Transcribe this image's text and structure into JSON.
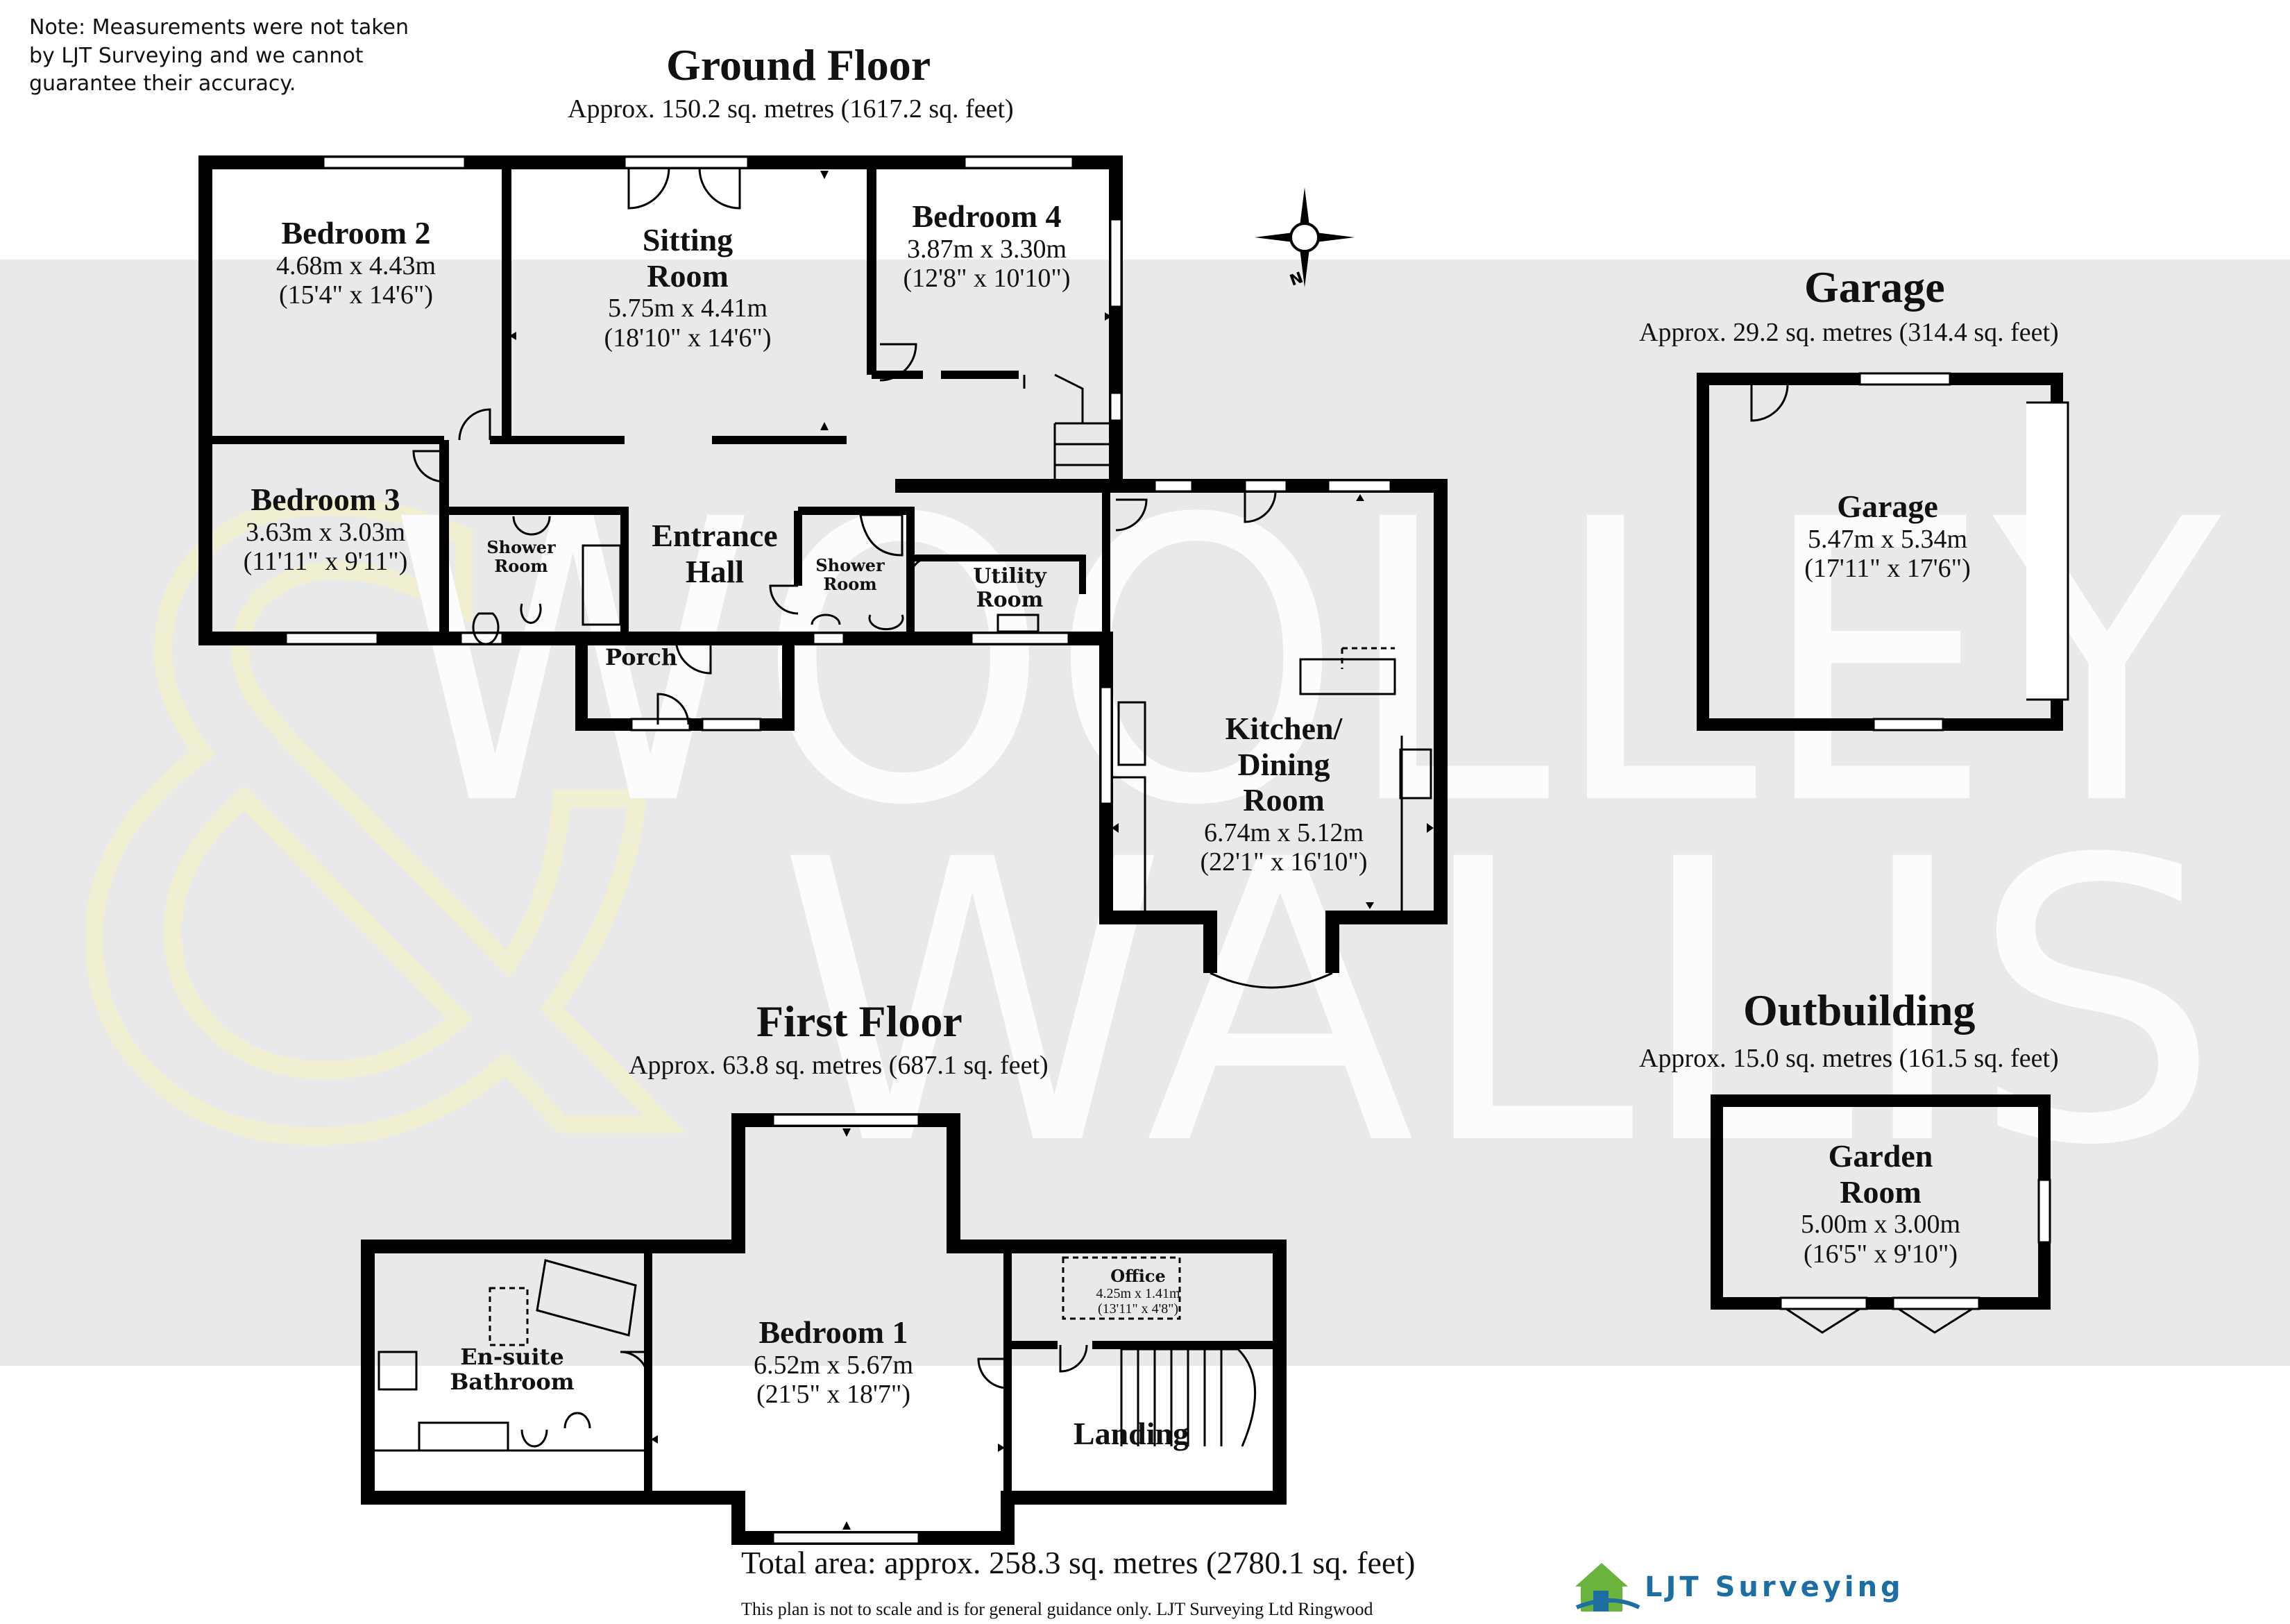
{
  "note": "Note: Measurements were not taken\nby LJT Surveying and we cannot\nguarantee their accuracy.",
  "watermark": {
    "line1": "WOOLLEY",
    "line2": "WALLIS",
    "symbol": "&"
  },
  "ground_floor": {
    "title": "Ground Floor",
    "area": "Approx. 150.2 sq. metres (1617.2 sq. feet)",
    "rooms": {
      "bedroom2": {
        "name": "Bedroom 2",
        "metric": "4.68m x 4.43m",
        "imperial": "(15'4\" x 14'6\")"
      },
      "sitting": {
        "name_line1": "Sitting",
        "name_line2": "Room",
        "metric": "5.75m x 4.41m",
        "imperial": "(18'10\" x 14'6\")"
      },
      "bedroom4": {
        "name": "Bedroom 4",
        "metric": "3.87m x 3.30m",
        "imperial": "(12'8\" x 10'10\")"
      },
      "bedroom3": {
        "name": "Bedroom 3",
        "metric": "3.63m x 3.03m",
        "imperial": "(11'11\" x 9'11\")"
      },
      "shower1": {
        "line1": "Shower",
        "line2": "Room"
      },
      "entrance": {
        "line1": "Entrance",
        "line2": "Hall"
      },
      "shower2": {
        "line1": "Shower",
        "line2": "Room"
      },
      "utility": {
        "line1": "Utility",
        "line2": "Room"
      },
      "porch": {
        "name": "Porch"
      },
      "kitchen": {
        "line1": "Kitchen/",
        "line2": "Dining",
        "line3": "Room",
        "metric": "6.74m x 5.12m",
        "imperial": "(22'1\" x 16'10\")"
      }
    }
  },
  "first_floor": {
    "title": "First Floor",
    "area": "Approx. 63.8 sq. metres (687.1 sq. feet)",
    "rooms": {
      "ensuite": {
        "line1": "En-suite",
        "line2": "Bathroom"
      },
      "bedroom1": {
        "name": "Bedroom 1",
        "metric": "6.52m x 5.67m",
        "imperial": "(21'5\" x 18'7\")"
      },
      "office": {
        "name": "Office",
        "metric": "4.25m x 1.41m",
        "imperial": "(13'11\" x 4'8\")"
      },
      "landing": {
        "name": "Landing"
      }
    }
  },
  "garage": {
    "title": "Garage",
    "area": "Approx. 29.2 sq. metres (314.4 sq. feet)",
    "room": {
      "name": "Garage",
      "metric": "5.47m x 5.34m",
      "imperial": "(17'11\" x 17'6\")"
    }
  },
  "outbuilding": {
    "title": "Outbuilding",
    "area": "Approx. 15.0 sq. metres (161.5 sq. feet)",
    "room": {
      "line1": "Garden",
      "line2": "Room",
      "metric": "5.00m x 3.00m",
      "imperial": "(16'5\" x 9'10\")"
    }
  },
  "compass": {
    "label": "N",
    "icon": "compass-rose-icon"
  },
  "total_area": "Total area: approx. 258.3 sq. metres (2780.1 sq. feet)",
  "disclaimer": "This plan is not to scale and is for general guidance only. LJT Surveying Ltd Ringwood",
  "logo": {
    "text": "LJT Surveying",
    "icon": "house-logo-icon",
    "colors": {
      "green": "#6ab43e",
      "blue": "#1c6ea3"
    }
  },
  "colors": {
    "wall": "#000000",
    "watermark": "#ffffff",
    "band": "#e9e9e9",
    "watermark_gold": "#f5f3d8"
  }
}
